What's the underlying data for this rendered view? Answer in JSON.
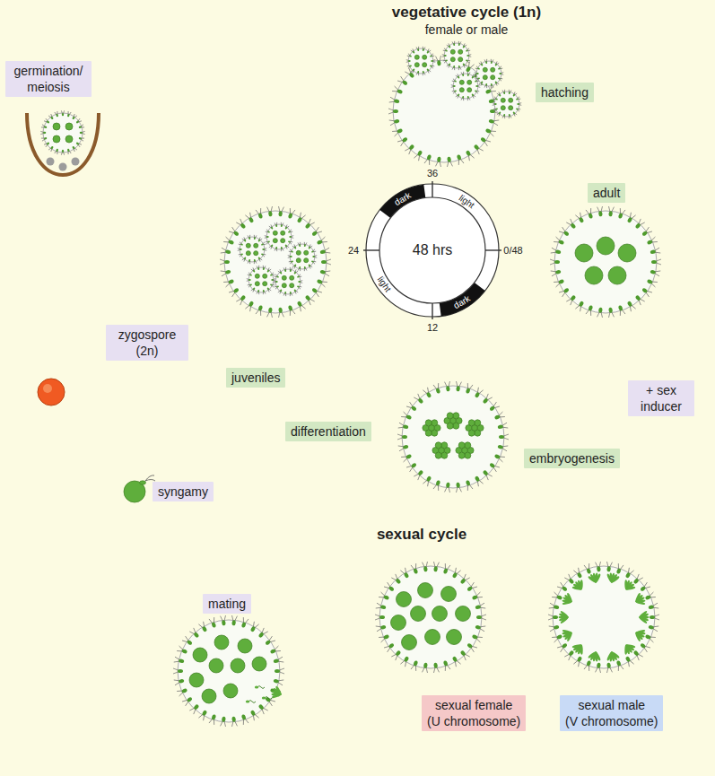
{
  "diagram": {
    "nodes": [
      {
        "text": [
          "sexual cycle"
        ]
      },
      {
        "text": [
          "vegetative cycle (1n)",
          "female or male"
        ],
        "in": 0
      },
      {
        "text": [
          "hatching"
        ],
        "in": 1
      },
      {
        "text": [
          "adult"
        ],
        "in": 1
      },
      {
        "text": [
          "embryogenesis"
        ],
        "in": 1
      },
      {
        "text": [
          "juveniles"
        ],
        "in": 1
      },
      {
        "text": [
          "48 hrs"
        ],
        "in": 1
      },
      {
        "text": [
          "sexual female",
          "(U chromosome)"
        ],
        "in": 0
      },
      {
        "text": [
          "sexual male",
          "(V chromosome)"
        ],
        "in": 0
      },
      {
        "text": [
          "mating"
        ],
        "in": 0
      },
      {
        "text": [
          "syngamy"
        ],
        "in": 0
      },
      {
        "text": [
          "zygospore (2n)"
        ],
        "in": 0
      },
      {
        "text": [
          "germination/ meiosis"
        ],
        "in": 0
      }
    ],
    "edges": [
      {
        "from": 2,
        "to": 3,
        "arrow": "to"
      },
      {
        "from": 3,
        "to": 4,
        "arrow": "to"
      },
      {
        "from": 4,
        "to": 5,
        "arrow": "to",
        "label": "differentiation"
      },
      {
        "from": 5,
        "to": 2,
        "arrow": "to"
      },
      {
        "from": 3,
        "to": 7,
        "arrow": "to"
      },
      {
        "from": 3,
        "to": 8,
        "arrow": "to",
        "label": "+ sex inducer"
      },
      {
        "from": 7,
        "to": 9,
        "arrow": "to"
      },
      {
        "from": 8,
        "to": 9,
        "arrow": "to"
      },
      {
        "from": 9,
        "to": 10,
        "arrow": "to"
      },
      {
        "from": 10,
        "to": 11,
        "arrow": "to"
      },
      {
        "from": 11,
        "to": 12,
        "arrow": "to"
      },
      {
        "from": 12,
        "to": 2,
        "arrow": "to"
      }
    ],
    "labels": [
      "36",
      "dark",
      "light",
      "24",
      "0/48",
      "light",
      "dark",
      "12"
    ]
  }
}
